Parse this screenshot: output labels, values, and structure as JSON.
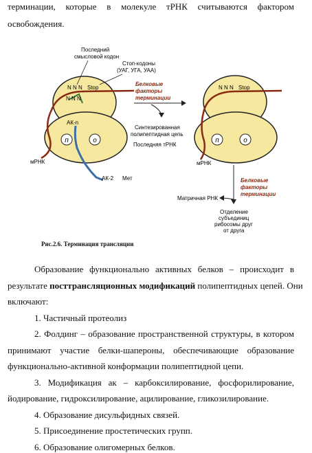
{
  "top_text": {
    "line1": "терминации, которые в молекуле тРНК считываются фактором",
    "line2": "освобождения."
  },
  "figure": {
    "label_last_codon_1": "Последний",
    "label_last_codon_2": "смысловой кодон",
    "label_stop_codons_1": "Стоп-кодоны",
    "label_stop_codons_2": "(УАГ, УГА, УАА)",
    "codon_nnn": "N N N",
    "codon_stop": "Stop",
    "codon_nnn_lower": "N N N",
    "label_ak_n": "АК-n",
    "site_p": "п",
    "site_o": "о",
    "label_mrna_left": "мРНК",
    "label_ak2": "АК-2",
    "label_met": "Мет",
    "release_factors_1": "Белковые",
    "release_factors_2": "факторы",
    "release_factors_3": "терминации",
    "synth_chain_1": "Синтезированная",
    "synth_chain_2": "полипептидная цепь",
    "last_trna": "Последняя тРНК",
    "codon_nnn_right": "N N N",
    "codon_stop_right": "Stop",
    "site_p_right": "п",
    "site_o_right": "о",
    "label_mrna_right": "мРНК",
    "release_factors_b1": "Белковые",
    "release_factors_b2": "факторы",
    "release_factors_b3": "терминации",
    "matrix_rna": "Матричная РНК",
    "separation_1": "Отделение",
    "separation_2": "субъединиц",
    "separation_3": "рибосомы друг",
    "separation_4": "от друга"
  },
  "caption": "Рис.2.6. Терминация трансляции",
  "body": {
    "p1_l1": "Образование функционально активных белков – происходит в",
    "p1_l2_a": "результате ",
    "p1_l2_b": "посттрансляционных модификаций",
    "p1_l2_c": " полипептидных цепей. Они",
    "p1_l3": "включают:",
    "item1": "1. Частичный протеолиз",
    "item2_l1": "2. Фолдинг – образование пространственной структуры, в котором",
    "item2_l2": "принимают участие белки-шапероны, обеспечивающие образование",
    "item2_l3": "функционально-активной конформации полипептидной цепи.",
    "item3_l1": "3. Модификация ак – карбоксилирование, фосфорилирование,",
    "item3_l2": "йодирование, гидроксилирование, ацилирование, гликозилирование.",
    "item4": "4. Образование дисульфидных связей.",
    "item5": "5. Присоединение простетических групп.",
    "item6": "6. Образование олигомерных белков."
  }
}
